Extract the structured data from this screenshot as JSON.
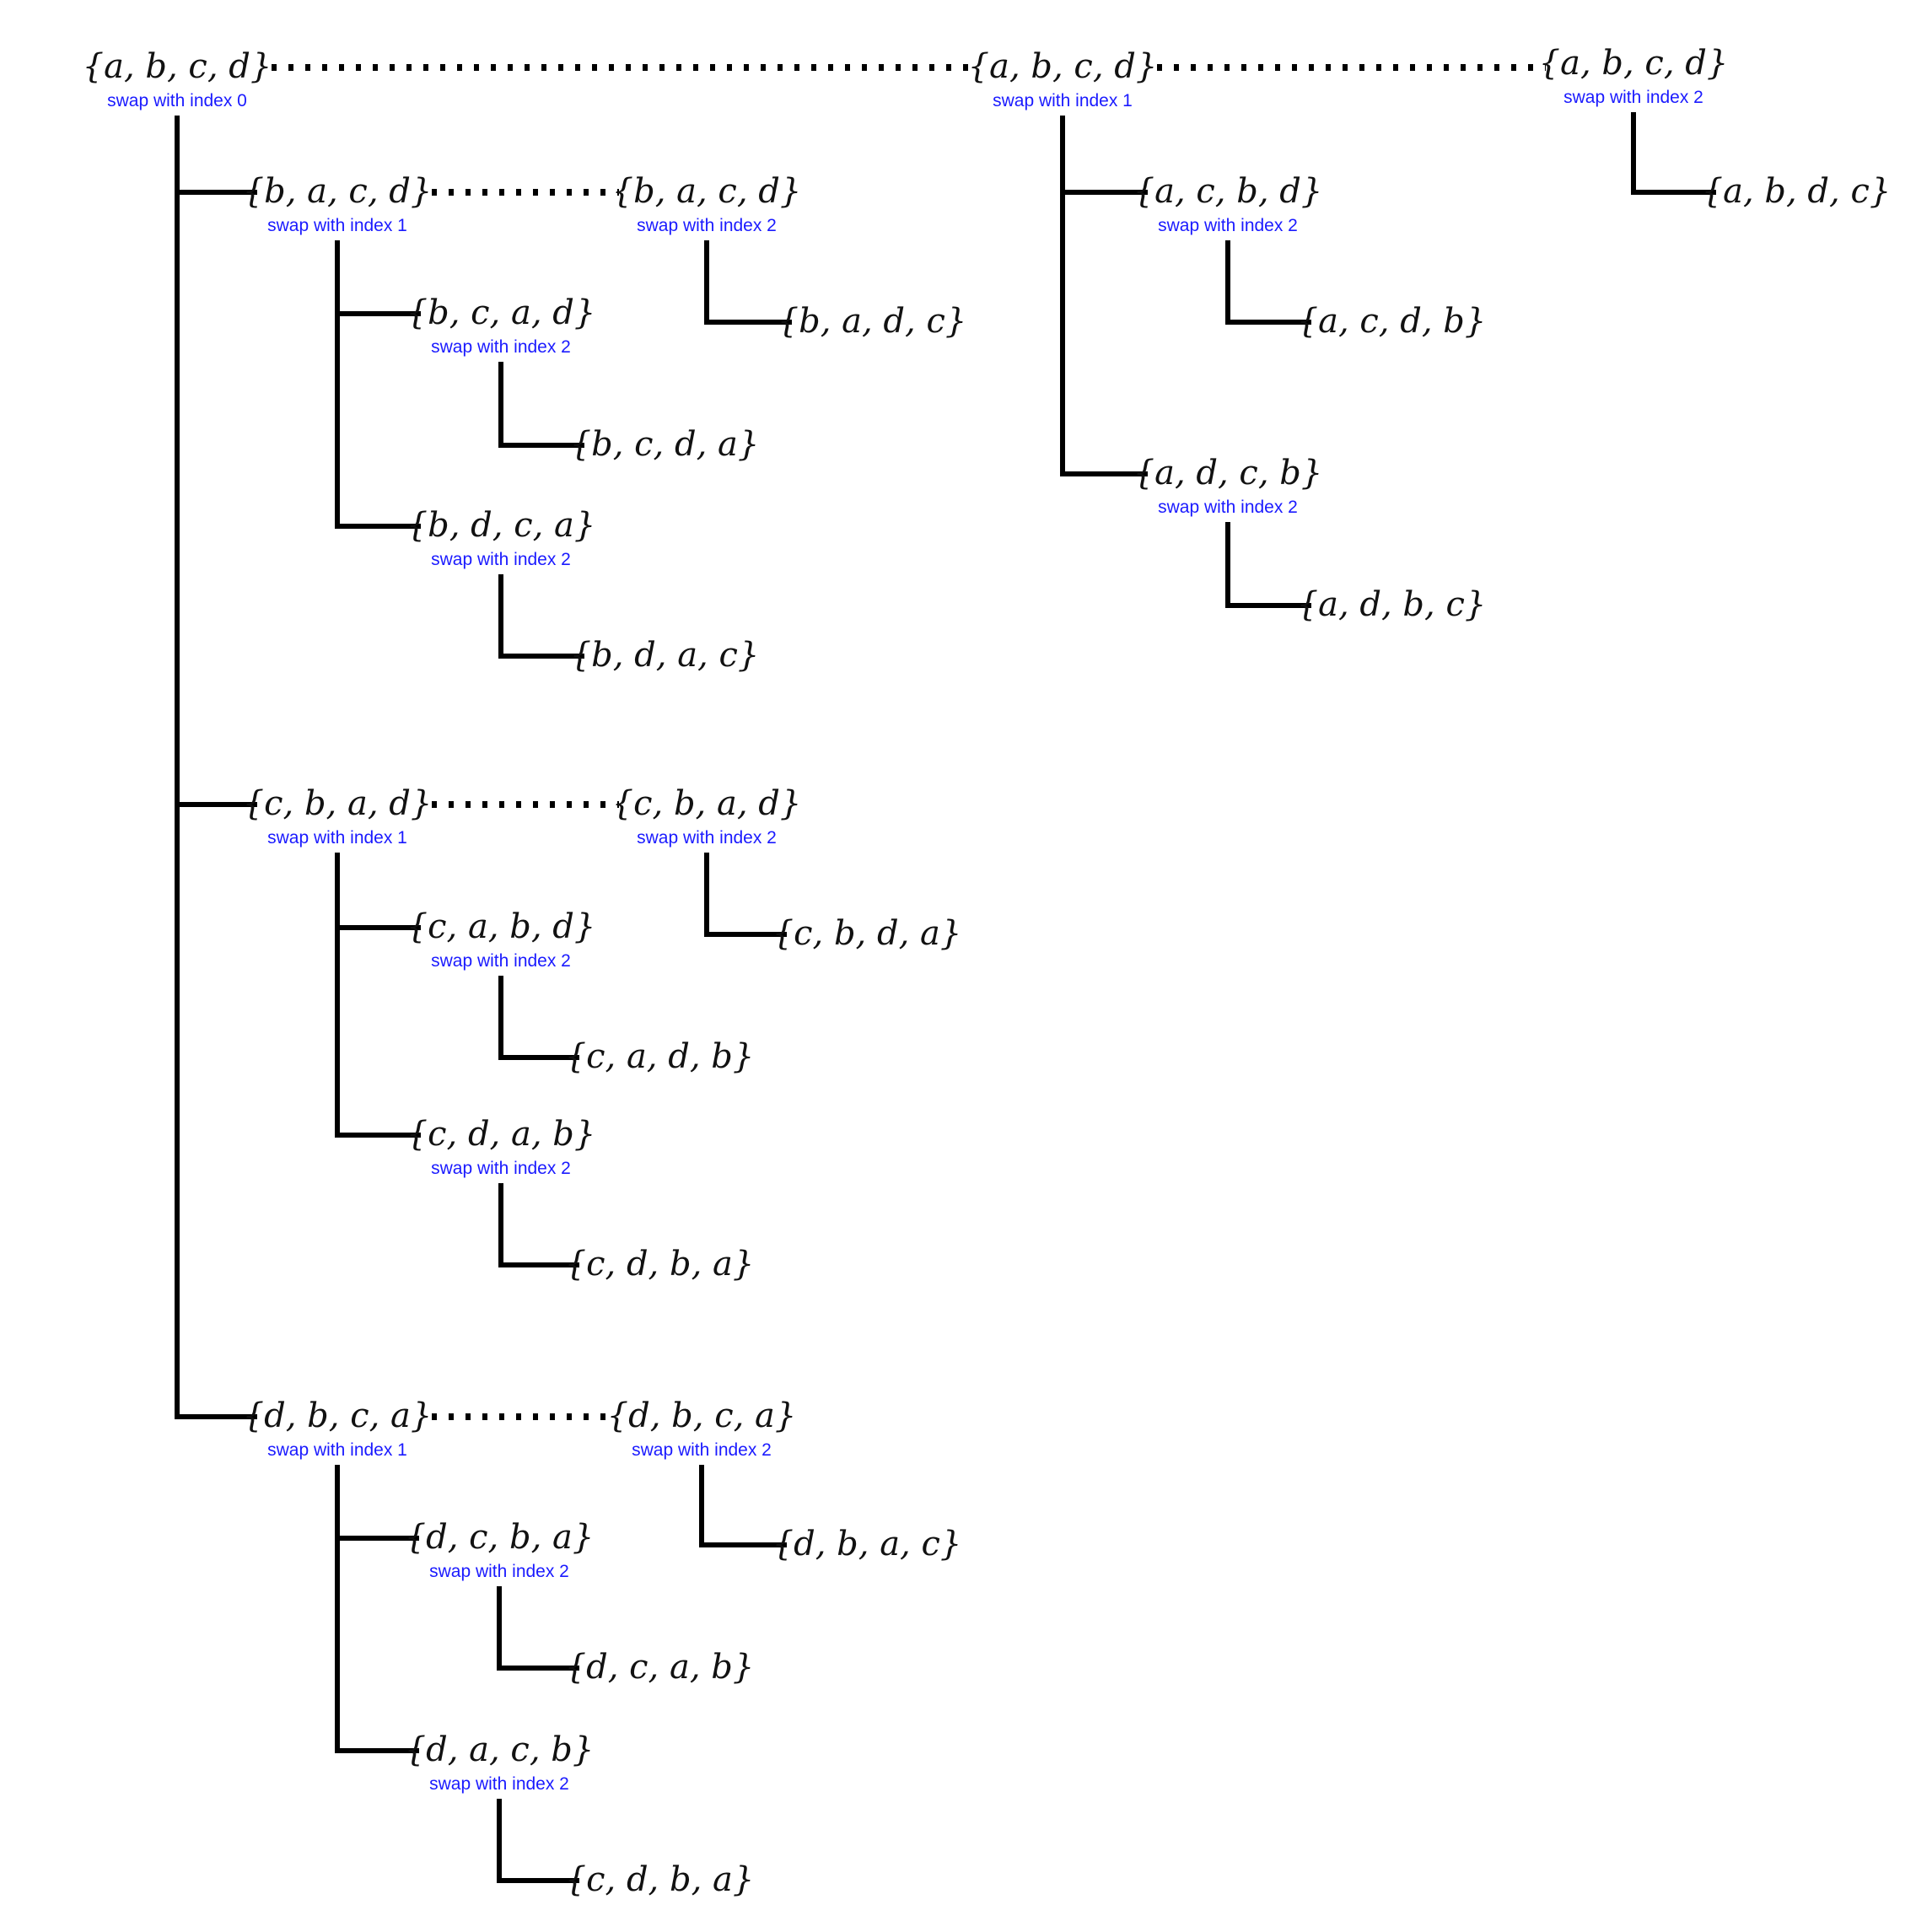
{
  "nodes": [
    {
      "id": "n1",
      "set": "{a, b, c, d}",
      "label": "swap with index 0"
    },
    {
      "id": "n2",
      "set": "{a, b, c, d}",
      "label": "swap with index 1"
    },
    {
      "id": "n3",
      "set": "{a, b, c, d}",
      "label": "swap with index 2"
    },
    {
      "id": "n4",
      "set": "{a, b, d, c}",
      "label": ""
    },
    {
      "id": "n5",
      "set": "{a, c, b, d}",
      "label": "swap with index 2"
    },
    {
      "id": "n6",
      "set": "{a, c, d, b}",
      "label": ""
    },
    {
      "id": "n7",
      "set": "{a, d, c, b}",
      "label": "swap with index 2"
    },
    {
      "id": "n8",
      "set": "{a, d, b, c}",
      "label": ""
    },
    {
      "id": "n9",
      "set": "{b, a, c, d}",
      "label": "swap with index 1"
    },
    {
      "id": "n10",
      "set": "{b, a, c, d}",
      "label": "swap with index 2"
    },
    {
      "id": "n11",
      "set": "{b, a, d, c}",
      "label": ""
    },
    {
      "id": "n12",
      "set": "{b, c, a, d}",
      "label": "swap with index 2"
    },
    {
      "id": "n13",
      "set": "{b, c, d, a}",
      "label": ""
    },
    {
      "id": "n14",
      "set": "{b, d, c, a}",
      "label": "swap with index 2"
    },
    {
      "id": "n15",
      "set": "{b, d, a, c}",
      "label": ""
    },
    {
      "id": "n16",
      "set": "{c, b, a, d}",
      "label": "swap with index 1"
    },
    {
      "id": "n17",
      "set": "{c, b, a, d}",
      "label": "swap with index 2"
    },
    {
      "id": "n18",
      "set": "{c, b, d, a}",
      "label": ""
    },
    {
      "id": "n19",
      "set": "{c, a, b, d}",
      "label": "swap with index 2"
    },
    {
      "id": "n20",
      "set": "{c, a, d, b}",
      "label": ""
    },
    {
      "id": "n21",
      "set": "{c, d, a, b}",
      "label": "swap with index 2"
    },
    {
      "id": "n22",
      "set": "{c, d, b, a}",
      "label": ""
    },
    {
      "id": "n23",
      "set": "{d, b, c, a}",
      "label": "swap with index 1"
    },
    {
      "id": "n24",
      "set": "{d, b, c, a}",
      "label": "swap with index 2"
    },
    {
      "id": "n25",
      "set": "{d, b, a, c}",
      "label": ""
    },
    {
      "id": "n26",
      "set": "{d, c, b, a}",
      "label": "swap with index 2"
    },
    {
      "id": "n27",
      "set": "{d, c, a, b}",
      "label": ""
    },
    {
      "id": "n28",
      "set": "{d, a, c, b}",
      "label": "swap with index 2"
    },
    {
      "id": "n29",
      "set": "{c, d, b, a}",
      "label": ""
    }
  ],
  "edges": [
    {
      "from": "n1",
      "to": "n2",
      "style": "dotted"
    },
    {
      "from": "n2",
      "to": "n3",
      "style": "dotted"
    },
    {
      "from": "n3",
      "to": "n4",
      "style": "solid"
    },
    {
      "from": "n2",
      "to": "n5",
      "style": "solid"
    },
    {
      "from": "n2",
      "to": "n7",
      "style": "solid"
    },
    {
      "from": "n5",
      "to": "n6",
      "style": "solid"
    },
    {
      "from": "n7",
      "to": "n8",
      "style": "solid"
    },
    {
      "from": "n1",
      "to": "n9",
      "style": "solid"
    },
    {
      "from": "n1",
      "to": "n16",
      "style": "solid"
    },
    {
      "from": "n1",
      "to": "n23",
      "style": "solid"
    },
    {
      "from": "n9",
      "to": "n10",
      "style": "dotted"
    },
    {
      "from": "n10",
      "to": "n11",
      "style": "solid"
    },
    {
      "from": "n9",
      "to": "n12",
      "style": "solid"
    },
    {
      "from": "n9",
      "to": "n14",
      "style": "solid"
    },
    {
      "from": "n12",
      "to": "n13",
      "style": "solid"
    },
    {
      "from": "n14",
      "to": "n15",
      "style": "solid"
    },
    {
      "from": "n16",
      "to": "n17",
      "style": "dotted"
    },
    {
      "from": "n17",
      "to": "n18",
      "style": "solid"
    },
    {
      "from": "n16",
      "to": "n19",
      "style": "solid"
    },
    {
      "from": "n16",
      "to": "n21",
      "style": "solid"
    },
    {
      "from": "n19",
      "to": "n20",
      "style": "solid"
    },
    {
      "from": "n21",
      "to": "n22",
      "style": "solid"
    },
    {
      "from": "n23",
      "to": "n24",
      "style": "dotted"
    },
    {
      "from": "n24",
      "to": "n25",
      "style": "solid"
    },
    {
      "from": "n23",
      "to": "n26",
      "style": "solid"
    },
    {
      "from": "n23",
      "to": "n28",
      "style": "solid"
    },
    {
      "from": "n26",
      "to": "n27",
      "style": "solid"
    },
    {
      "from": "n28",
      "to": "n29",
      "style": "solid"
    }
  ]
}
